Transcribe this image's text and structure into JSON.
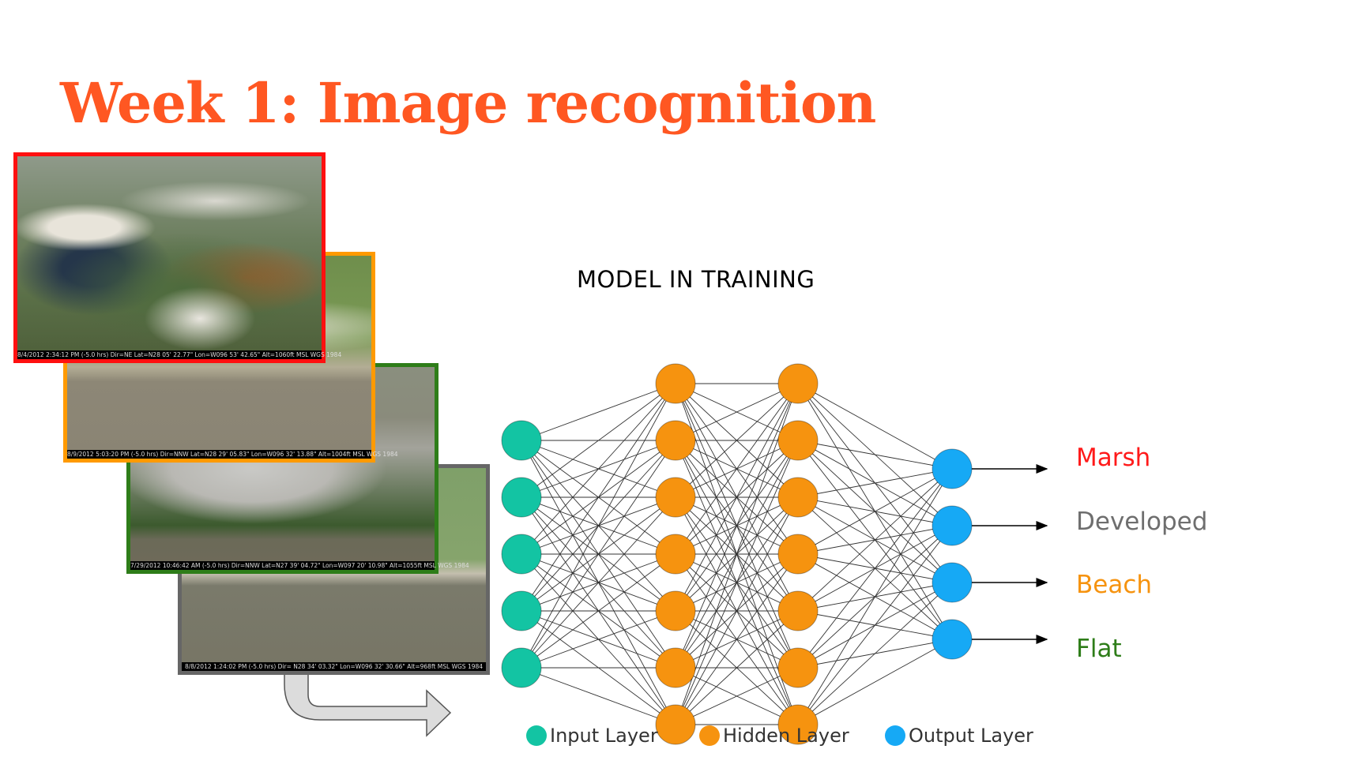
{
  "slide": {
    "title": "Week 1: Image recognition"
  },
  "photos": [
    {
      "id": "marsh",
      "caption": "8/4/2012 2:34:12 PM (-5.0 hrs) Dir=NE Lat=N28 05' 22.77\" Lon=W096 53' 42.65\" Alt=1060ft MSL WGS 1984",
      "border_color": "#ff1010"
    },
    {
      "id": "beach",
      "caption": "8/9/2012 5:03:20 PM (-5.0 hrs) Dir=NNW Lat=N28 29' 05.83\" Lon=W096 32' 13.88\" Alt=1004ft MSL WGS 1984",
      "border_color": "#ff9a00"
    },
    {
      "id": "flat",
      "caption": "7/29/2012 10:46:42 AM (-5.0 hrs) Dir=NNW Lat=N27 39' 04.72\" Lon=W097 20' 10.98\" Alt=1055ft MSL WGS 1984",
      "border_color": "#2e7d19"
    },
    {
      "id": "developed",
      "caption": "8/8/2012 1:24:02 PM (-5.0 hrs) Dir=     N28 34' 03.32\" Lon=W096 32' 30.66\" Alt=968ft MSL WGS 1984",
      "border_color": "#666666"
    }
  ],
  "diagram": {
    "title": "MODEL IN TRAINING",
    "layers": [
      {
        "type": "input",
        "nodes": 5
      },
      {
        "type": "hidden",
        "nodes": 7
      },
      {
        "type": "hidden",
        "nodes": 7
      },
      {
        "type": "output",
        "nodes": 4
      }
    ],
    "colors": {
      "input": "#13c4a3",
      "hidden": "#f6930f",
      "output": "#16a9f5",
      "edge": "#333333",
      "arrow": "#dcdcdc"
    },
    "outputs": [
      {
        "label": "Marsh",
        "color": "#ff1a1a"
      },
      {
        "label": "Developed",
        "color": "#6e6e6e"
      },
      {
        "label": "Beach",
        "color": "#f6930f"
      },
      {
        "label": "Flat",
        "color": "#2e7d19"
      }
    ],
    "legend": [
      {
        "label": "Input Layer",
        "color": "#13c4a3"
      },
      {
        "label": "Hidden Layer",
        "color": "#f6930f"
      },
      {
        "label": "Output Layer",
        "color": "#16a9f5"
      }
    ]
  }
}
